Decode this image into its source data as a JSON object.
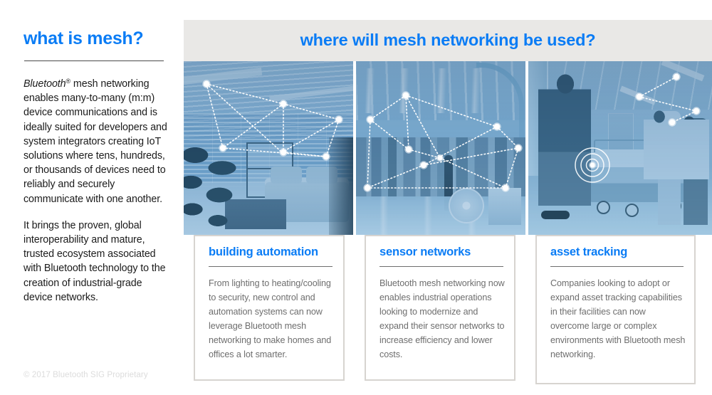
{
  "left": {
    "heading": "what is mesh?",
    "paragraph1_prefix": "Bluetooth",
    "paragraph1_sup": "®",
    "paragraph1_rest": " mesh networking enables many-to-many (m:m) device communications and is ideally suited for developers and system integrators creating IoT solutions where tens, hundreds, or thousands of devices need to reliably and securely communicate with one another.",
    "paragraph2": "It brings the proven, global interoperability and mature, trusted ecosystem associated with Bluetooth technology to the creation of industrial-grade device networks.",
    "footer": "© 2017 Bluetooth SIG Proprietary"
  },
  "banner": {
    "title": "where will mesh networking be used?"
  },
  "photos": [
    {
      "alt": "office-interior-mesh-network"
    },
    {
      "alt": "factory-floor-mesh-network"
    },
    {
      "alt": "hospital-corridor-asset-tracking"
    }
  ],
  "cards": [
    {
      "title": "building automation",
      "body": "From lighting to heating/cooling to security, new control and automation systems can now leverage Bluetooth mesh networking to make homes and offices a lot smarter."
    },
    {
      "title": "sensor networks",
      "body": "Bluetooth mesh networking now enables industrial operations looking to modernize and expand their sensor networks to increase efficiency and lower costs."
    },
    {
      "title": "asset tracking",
      "body": "Companies looking to adopt or expand asset tracking capabilities in their facilities can now overcome large or complex environments with Bluetooth mesh networking."
    }
  ],
  "colors": {
    "accent_blue": "#0a7cf5",
    "banner_bg": "#e9e8e6",
    "body_text": "#1b1b1b",
    "card_text": "#6e6e6e",
    "card_border": "#d7d4d0",
    "footer_text": "#dcdcdc"
  }
}
